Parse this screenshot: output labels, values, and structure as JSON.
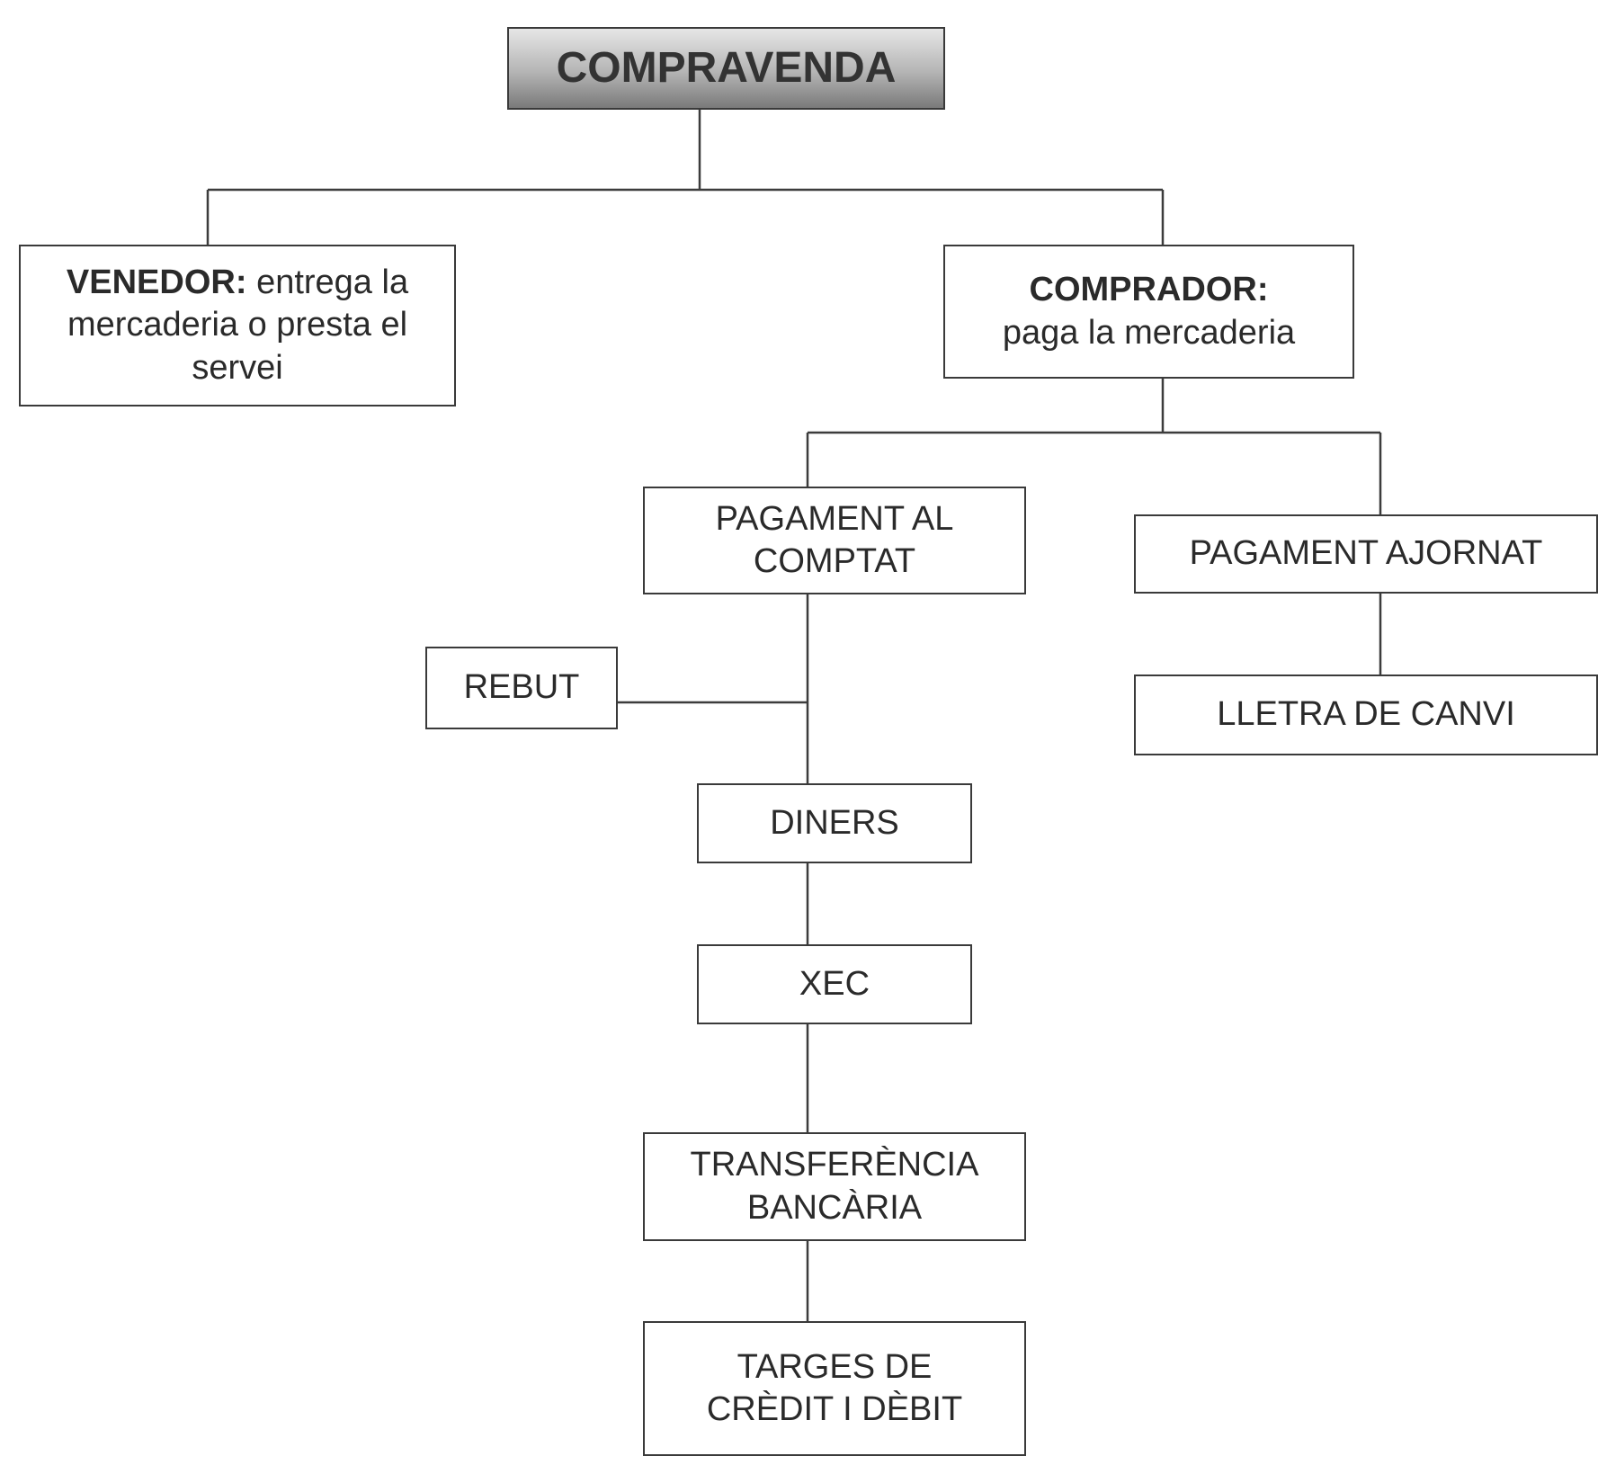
{
  "diagram": {
    "root": {
      "label": "COMPRAVENDA"
    },
    "venedor": {
      "heading": "VENEDOR:",
      "text": "entrega la mercaderia o presta el servei"
    },
    "comprador": {
      "heading": "COMPRADOR:",
      "text": "paga la mercaderia"
    },
    "pagament_comptat": {
      "line1": "PAGAMENT AL",
      "line2": "COMPTAT"
    },
    "pagament_ajornat": {
      "label": "PAGAMENT AJORNAT"
    },
    "rebut": {
      "label": "REBUT"
    },
    "lletra_canvi": {
      "label": "LLETRA DE CANVI"
    },
    "diners": {
      "label": "DINERS"
    },
    "xec": {
      "label": "XEC"
    },
    "transferencia": {
      "line1": "TRANSFERÈNCIA",
      "line2": "BANCÀRIA"
    },
    "targes": {
      "line1": "TARGES DE",
      "line2": "CRÈDIT I DÈBIT"
    }
  }
}
